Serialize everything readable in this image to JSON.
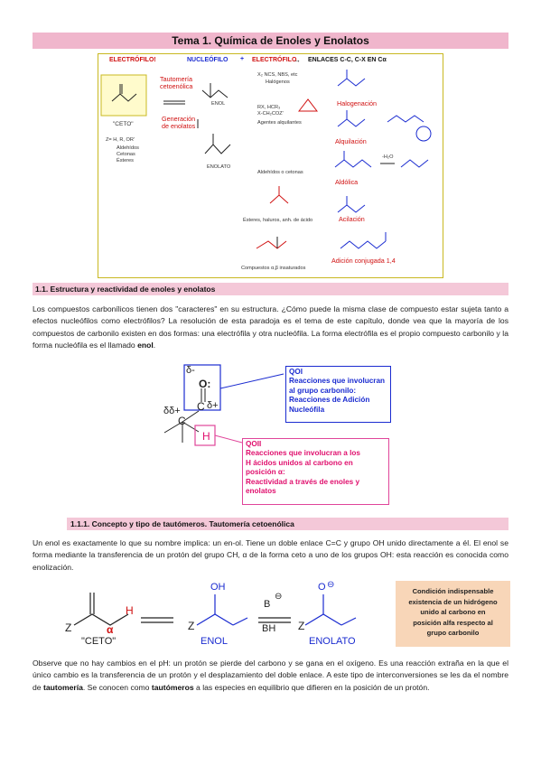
{
  "title": "Tema 1. Química de Enoles y Enolatos",
  "figure1": {
    "electrofilo_hdr": "ELECTRÓFILO!",
    "nucleofilo_hdr": "NUCLEÓFILO",
    "plus": "+",
    "electrofilo2_hdr": "ELECTRÓFILO",
    "arrow": "→",
    "enlaces_hdr": "ENLACES C-C, C-X EN Cα",
    "tautomeria": "Tautomería cetoenólica",
    "enol": "ENOL",
    "ceto": "\"CETO\"",
    "generacion": "Generación de enolatos",
    "enolato": "ENOLATO",
    "z_list": "Z= H, R, OR'",
    "z_items": [
      "Aldehídos",
      "Cetonas",
      "Ésteres"
    ],
    "x2": "X₂ NCS, NBS, etc",
    "halogenos": "Halógenos",
    "alquil1": "RX, HCR₃",
    "alquil2": "X-CH₂COZ'",
    "agentes": "Agentes alquilantes",
    "aldehidos_cetonas": "Aldehídos o cetonas",
    "esteres": "Ésteres, haluros, anh. de ácido",
    "compuestos": "Compuestos α,β insaturados",
    "halogenacion": "Halogenación",
    "alquilacion": "Alquilación",
    "aldolica": "Aldólica",
    "acilacion": "Acilación",
    "conjugada": "Adición conjugada 1,4",
    "h2o": "-H₂O"
  },
  "section1": "1.1. Estructura y reactividad de enoles y enolatos",
  "para1": {
    "text": "Los compuestos carbonílicos tienen dos \"caracteres\" en su estructura. ¿Cómo puede la misma clase de compuesto estar sujeta tanto a efectos nucleófilos como electrófilos? La resolución de esta paradoja es el tema de este capítulo, donde vea que la mayoría de los compuestos de carbonilo existen en dos formas: una electrófila y otra nucleófila. La forma electrófila es el propio compuesto carbonilo y la forma nucleófila es el llamado ",
    "bold": "enol",
    "end": "."
  },
  "figure2": {
    "delta_minus": "δ-",
    "o": "O:",
    "c": "C",
    "delta_plus": "δ+",
    "dd_plus": "δδ+",
    "c2": "C",
    "h": "H",
    "qoi_lines": [
      "QOI",
      "Reacciones que involucran",
      "al grupo carbonilo:",
      "Reacciones de Adición",
      "Nucleófila"
    ],
    "qoii_lines": [
      "QOII",
      "Reacciones que involucran a los",
      "H ácidos unidos al carbono en",
      "posición α:",
      "Reactividad a través de enoles y",
      "enolatos"
    ]
  },
  "section2": "1.1.1. Concepto y tipo de tautómeros. Tautomería cetoenólica",
  "para2": {
    "p1": "Un enol es exactamente lo que su nombre implica: un en-ol. Tiene un doble enlace C=C y grupo OH unido directamente a él. El enol se forma mediante la transferencia de un protón del grupo CH, α de la forma ceto a uno de los grupos OH: esta reacción es conocida como enolización."
  },
  "figure3": {
    "z1": "Z",
    "alpha": "α",
    "h": "H",
    "ceto": "\"CETO\"",
    "oh": "OH",
    "z2": "Z",
    "enol": "ENOL",
    "b": "B",
    "bh": "BH",
    "o": "O",
    "z3": "Z",
    "enolato": "ENOLATO"
  },
  "cond_box": [
    "Condición indispensable",
    "existencia de un hidrógeno",
    "unido al carbono en",
    "posición alfa respecto al",
    "grupo carbonilo"
  ],
  "para3": {
    "a": "Observe que no hay cambios en el pH: un protón se pierde del carbono y se gana en el oxígeno. Es una reacción extraña en la que el único cambio es la transferencia de un protón y el desplazamiento del doble enlace. A este tipo de interconversiones se les da el nombre de ",
    "b1": "tautomería",
    "c": ". Se conocen como ",
    "b2": "tautómeros",
    "d": " a las especies en equilibrio que difieren en la posición de un protón."
  },
  "colors": {
    "pink": "#f0b6cc",
    "red": "#d01010",
    "blue": "#1a2bd0",
    "magenta": "#e0106e",
    "peach": "#f8d6b8"
  }
}
